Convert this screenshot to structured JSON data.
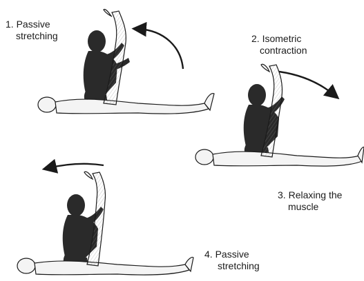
{
  "steps": [
    {
      "number": "1.",
      "line1": "Passive",
      "line2": "stretching"
    },
    {
      "number": "2.",
      "line1": "Isometric",
      "line2": "contraction"
    },
    {
      "number": "3.",
      "line1": "Relaxing the",
      "line2": "muscle"
    },
    {
      "number": "4.",
      "line1": "Passive",
      "line2": "stretching"
    }
  ],
  "colors": {
    "ink": "#1a1a1a",
    "partner": "#2a2a2a",
    "patient_fill": "#f4f4f4"
  }
}
